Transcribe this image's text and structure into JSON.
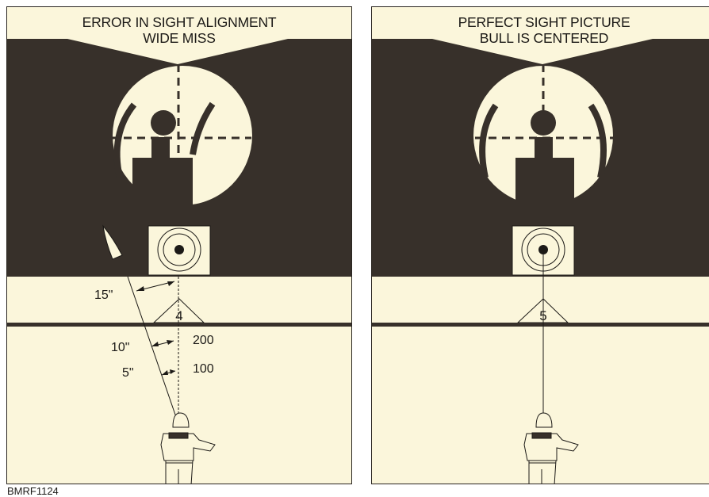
{
  "left_panel": {
    "title_line1": "ERROR IN SIGHT ALIGNMENT",
    "title_line2": "WIDE MISS",
    "target_number": "4",
    "deviation_labels": [
      "15\"",
      "10\"",
      "5\""
    ],
    "range_labels": [
      "200",
      "100"
    ]
  },
  "right_panel": {
    "title_line1": "PERFECT SIGHT PICTURE",
    "title_line2": "BULL IS CENTERED",
    "target_number": "5"
  },
  "figure_code": "BMRF1124",
  "colors": {
    "background_dark": "#37302a",
    "background_light": "#fbf6db",
    "ink": "#1c1a17"
  }
}
